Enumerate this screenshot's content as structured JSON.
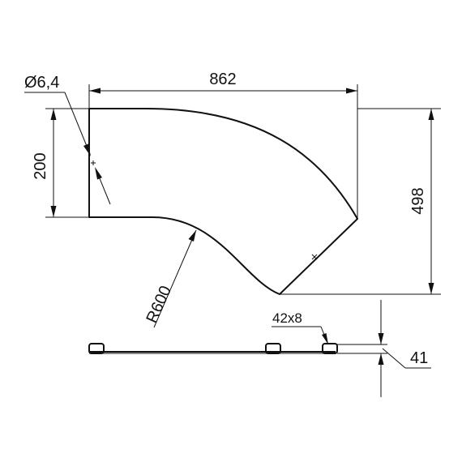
{
  "drawing": {
    "dimensions": {
      "width": "862",
      "height": "498",
      "straight_end": "200",
      "hole_diameter": "Ø6,4",
      "radius": "R600",
      "clip_size": "42x8",
      "thickness": "41"
    },
    "colors": {
      "line": "#111111",
      "background": "#ffffff"
    }
  }
}
